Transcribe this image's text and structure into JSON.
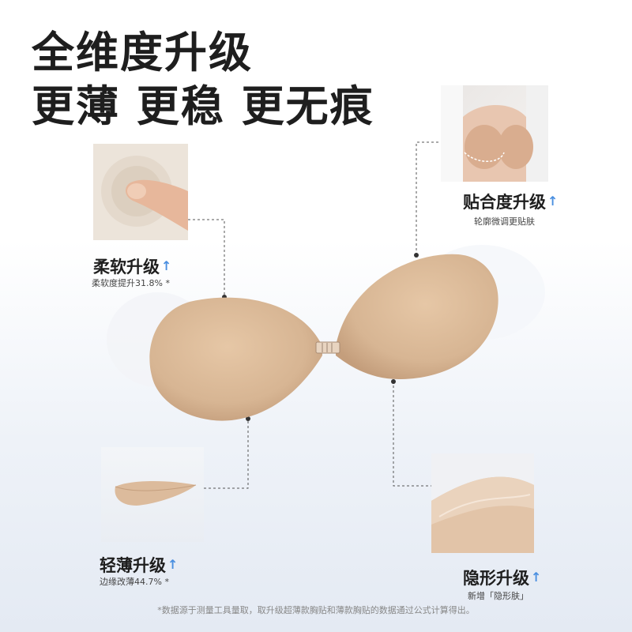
{
  "headline": {
    "line1": "全维度升级",
    "line2": "更薄 更稳 更无痕"
  },
  "features": {
    "fit": {
      "title": "贴合度升级",
      "arrow": "↑",
      "desc": "轮廓微调更贴肤"
    },
    "soft": {
      "title": "柔软升级",
      "arrow": "↑",
      "desc": "柔软度提升31.8% *"
    },
    "thin": {
      "title": "轻薄升级",
      "arrow": "↑",
      "desc": "边缘改薄44.7% *"
    },
    "hidden": {
      "title": "隐形升级",
      "arrow": "↑",
      "desc": "新增「隐形肤」"
    }
  },
  "footnote": "*数据源于测量工具量取，取升级超薄款胸贴和薄款胸贴的数据通过公式计算得出。",
  "colors": {
    "skin": "#d9b896",
    "accent_arrow": "#4a8fe0",
    "line": "#555555"
  }
}
